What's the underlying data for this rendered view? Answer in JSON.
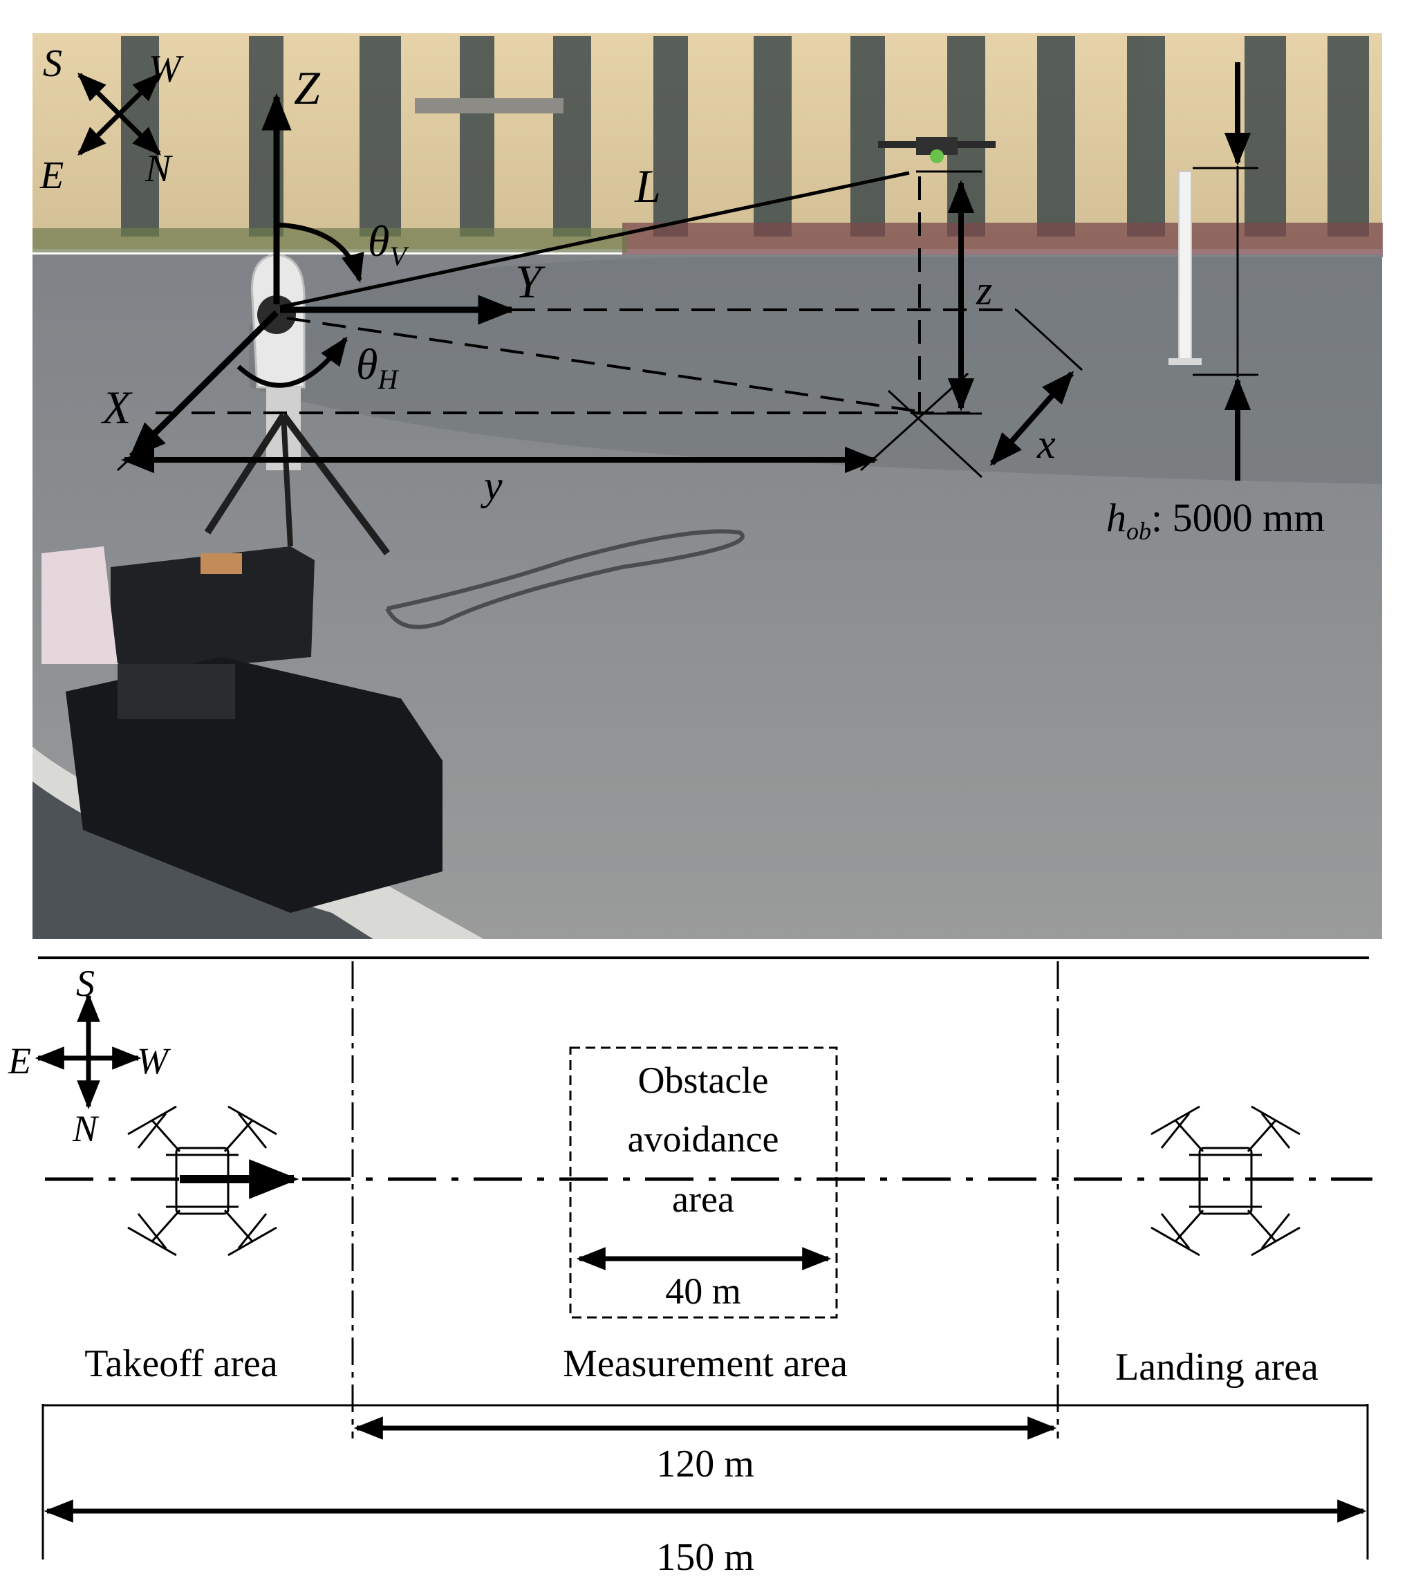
{
  "photo_annotations": {
    "compass": {
      "north": "N",
      "south": "S",
      "east": "E",
      "west": "W"
    },
    "axis_x": "X",
    "axis_y": "Y",
    "axis_z": "Z",
    "distance_label": "L",
    "theta_v": {
      "symbol": "θ",
      "subscript": "V"
    },
    "theta_h": {
      "symbol": "θ",
      "subscript": "H"
    },
    "offset_x": "x",
    "offset_y": "y",
    "offset_z": "z",
    "obstacle_height": {
      "symbol": "h",
      "subscript": "ob",
      "value": ": 5000 mm"
    }
  },
  "layout_plan": {
    "compass": {
      "north": "N",
      "south": "S",
      "east": "E",
      "west": "W"
    },
    "obstacle_area": [
      "Obstacle",
      "avoidance",
      "area"
    ],
    "obstacle_length": "40 m",
    "takeoff_area": "Takeoff area",
    "measurement_area": "Measurement area",
    "landing_area": "Landing area",
    "measurement_length": "120 m",
    "total_length": "150 m"
  },
  "colors": {
    "building": "#e3d0a6",
    "window": "#3f4a4a",
    "asphalt": "#8c8f92",
    "sky_ground_shadow": "#5a5f64",
    "line": "#000000"
  }
}
